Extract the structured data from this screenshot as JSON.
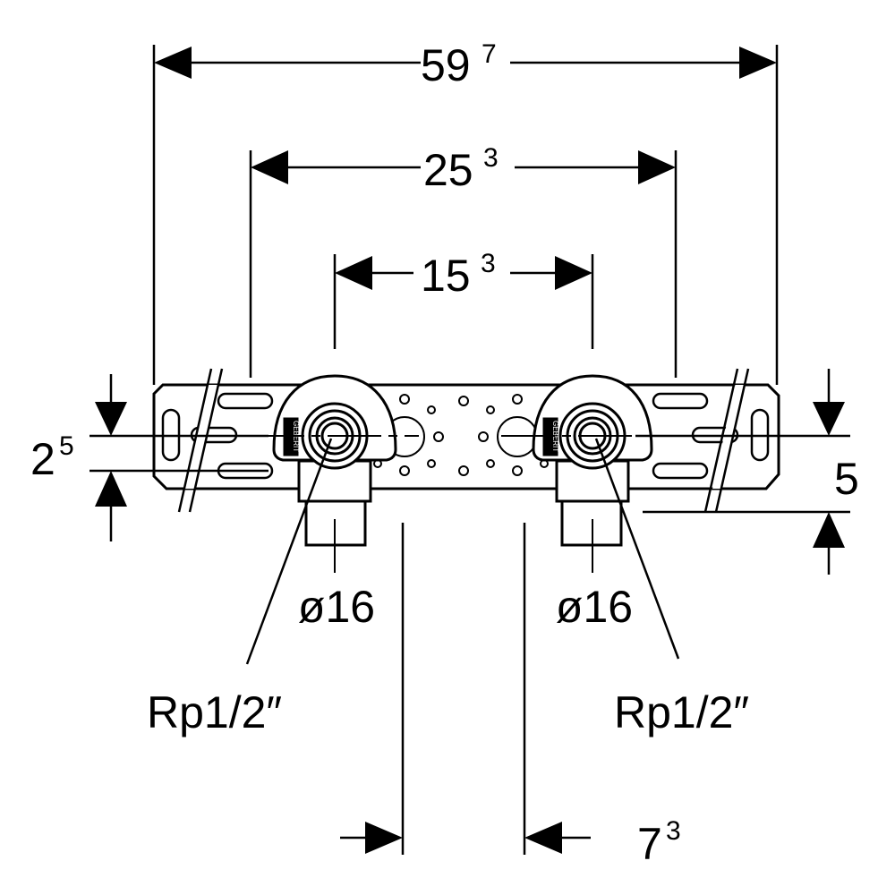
{
  "dimensions": {
    "overall_width": {
      "base": "59",
      "sup": "7"
    },
    "outer_mount_spacing": {
      "base": "25",
      "sup": "3"
    },
    "outlet_spacing": {
      "base": "15",
      "sup": "3"
    },
    "left_offset": {
      "base": "2",
      "sup": "5"
    },
    "right_offset": {
      "base": "5",
      "sup": ""
    },
    "pipe_offset": {
      "base": "7",
      "sup": "3"
    }
  },
  "pipe_diameter_left": "ø16",
  "pipe_diameter_right": "ø16",
  "thread_left": "Rp1/2″",
  "thread_right": "Rp1/2″",
  "brand": "GEBERIT",
  "colors": {
    "line": "#000000",
    "background": "#ffffff"
  }
}
